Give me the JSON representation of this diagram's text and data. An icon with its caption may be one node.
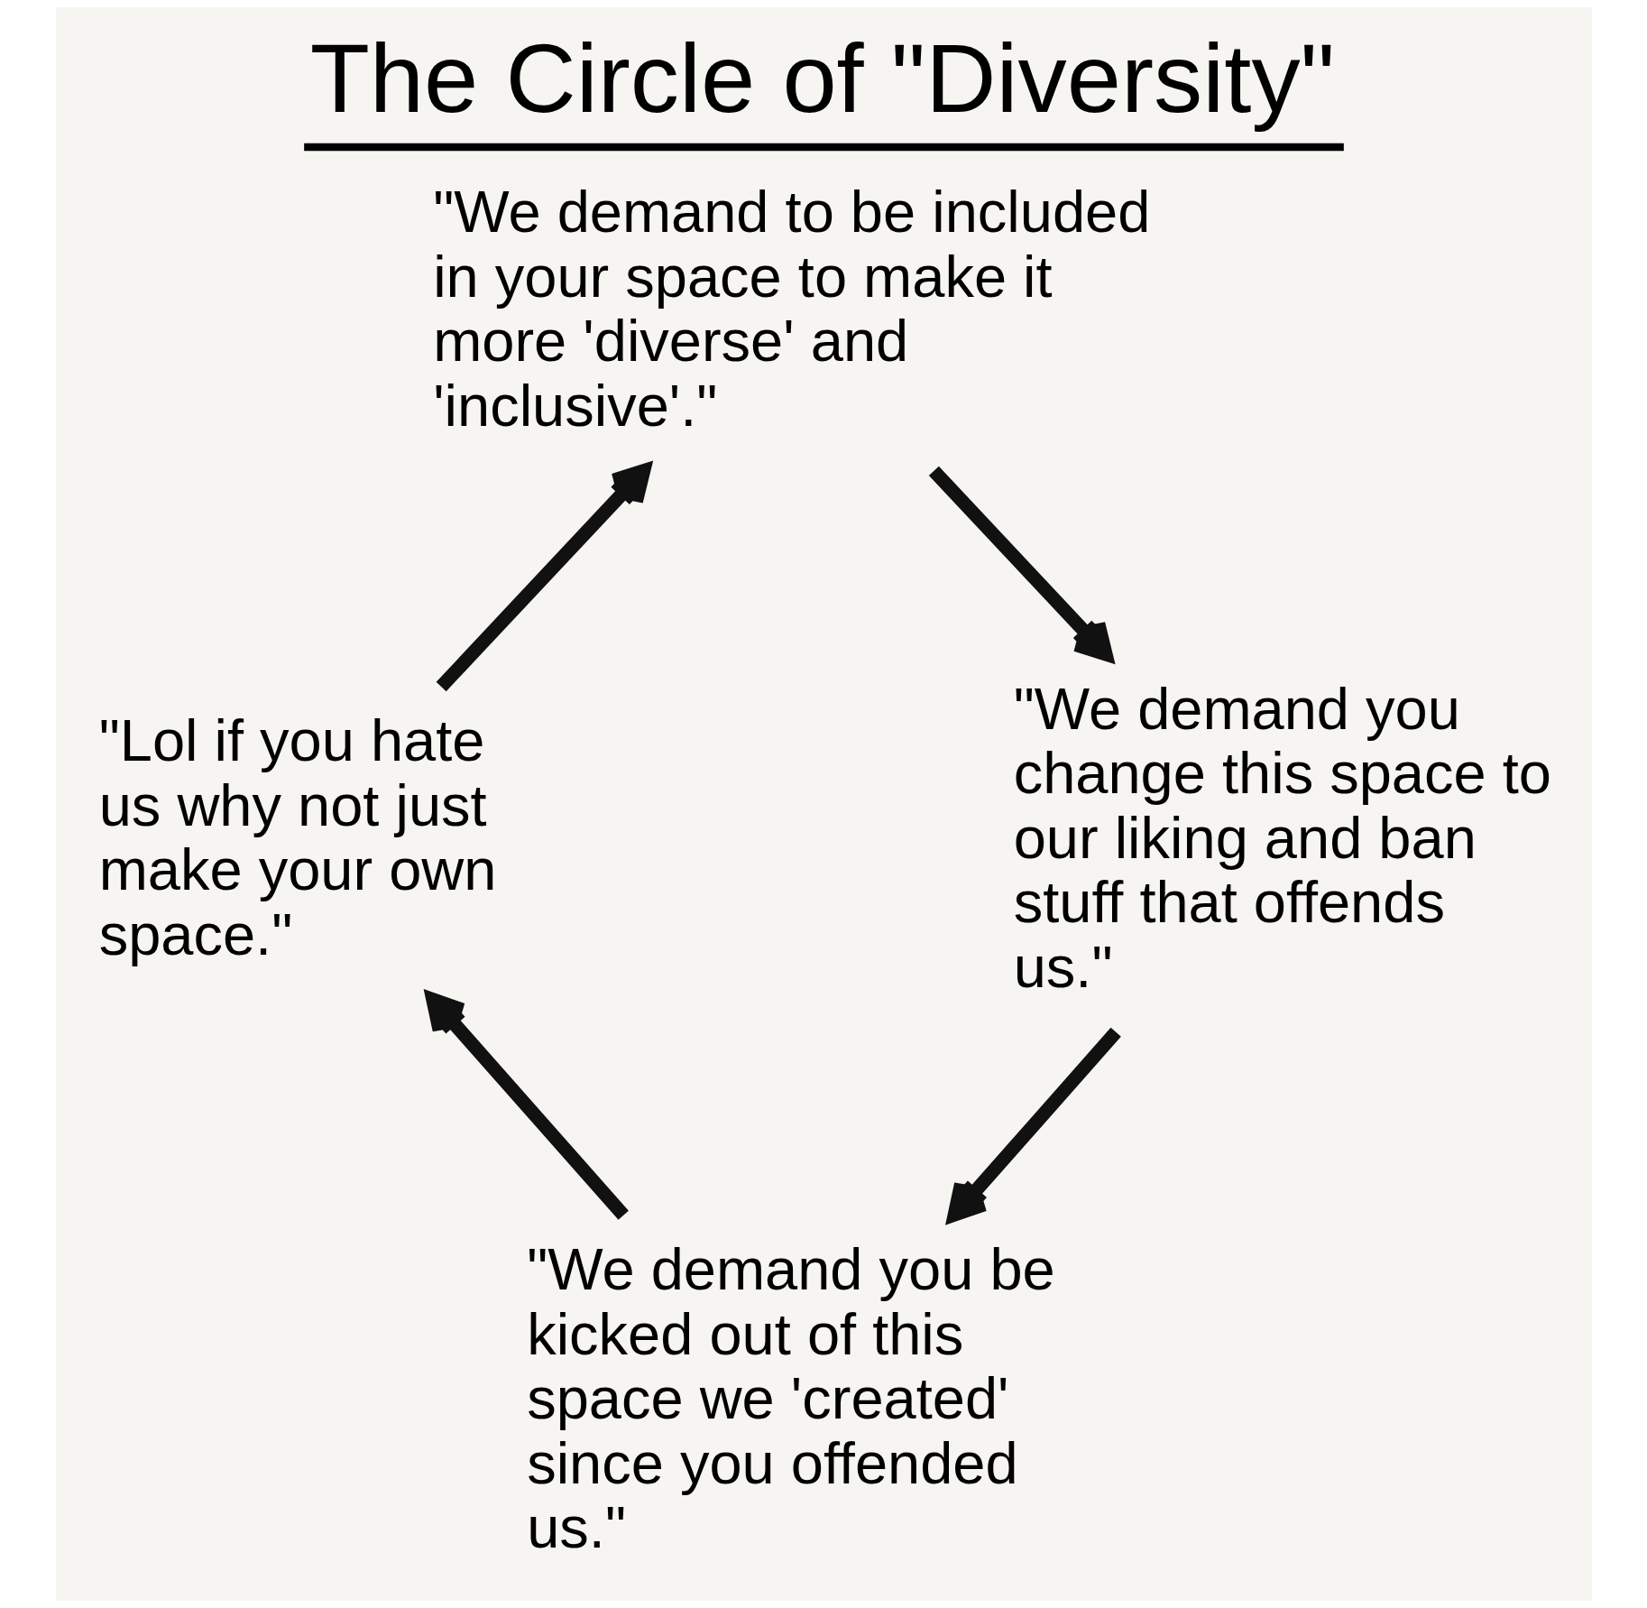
{
  "diagram": {
    "title": "The Circle of \"Diversity\"",
    "nodes": [
      {
        "text": [
          "\"We demand to be included in your space to make it more 'diverse' and 'inclusive'.\""
        ]
      },
      {
        "text": [
          "\"We demand you change this space to our liking and ban stuff that offends us.\""
        ]
      },
      {
        "text": [
          "\"We demand you be kicked out of this space we 'created' since you offended us.\""
        ]
      },
      {
        "text": [
          "\"Lol if you hate us why not just make your own space.\""
        ]
      }
    ],
    "edges": [
      {
        "from": 0,
        "to": 1,
        "arrow": "to"
      },
      {
        "from": 1,
        "to": 2,
        "arrow": "to"
      },
      {
        "from": 2,
        "to": 3,
        "arrow": "to"
      },
      {
        "from": 3,
        "to": 0,
        "arrow": "to"
      }
    ]
  }
}
